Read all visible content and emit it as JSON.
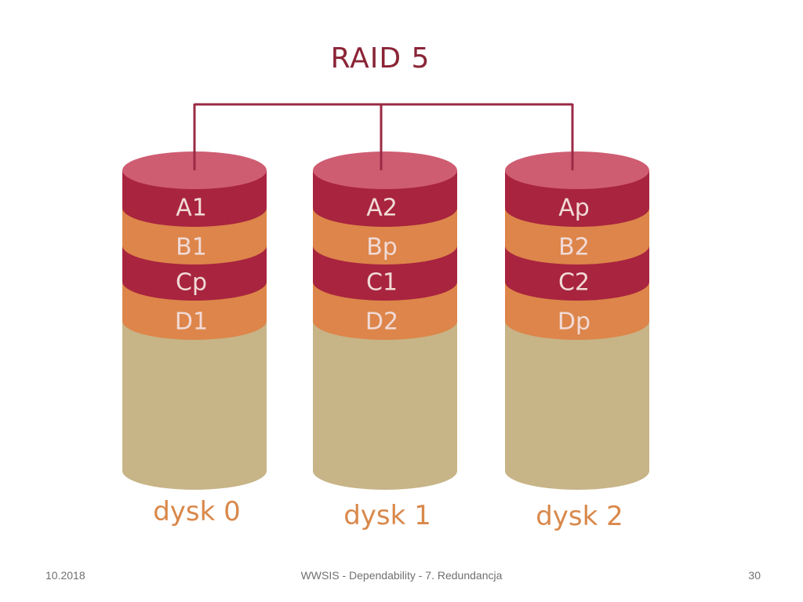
{
  "title": "RAID 5",
  "colors": {
    "title": "#8a2436",
    "connector": "#9b2a44",
    "crimson_block": "#a8243f",
    "orange_block": "#dd854a",
    "disk_body": "#c7b487",
    "disk_top": "#cf5d72",
    "block_text": "#f1dad6",
    "disk_label": "#d9884a",
    "footer_text": "#707070"
  },
  "disks": [
    {
      "label": "dysk 0",
      "blocks": [
        "A1",
        "B1",
        "Cp",
        "D1"
      ]
    },
    {
      "label": "dysk 1",
      "blocks": [
        "A2",
        "Bp",
        "C1",
        "D2"
      ]
    },
    {
      "label": "dysk 2",
      "blocks": [
        "Ap",
        "B2",
        "C2",
        "Dp"
      ]
    }
  ],
  "footer": {
    "date": "10.2018",
    "center": "WWSIS - Dependability - 7. Redundancja",
    "page": "30"
  }
}
